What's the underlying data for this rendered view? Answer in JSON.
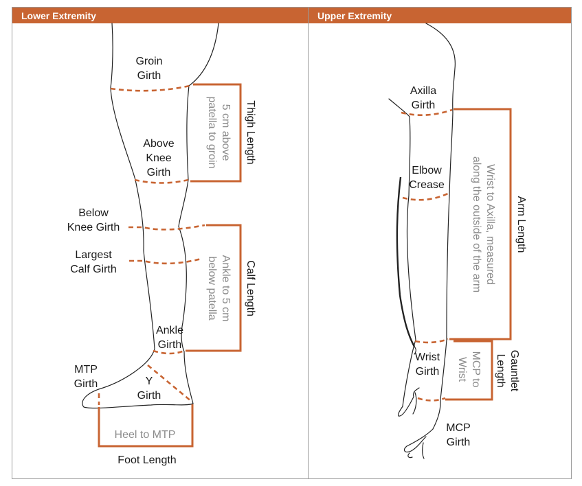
{
  "panels": {
    "lower": {
      "title": "Lower Extremity"
    },
    "upper": {
      "title": "Upper Extremity"
    }
  },
  "lower_labels": {
    "groin_1": "Groin",
    "groin_2": "Girth",
    "above_knee_1": "Above",
    "above_knee_2": "Knee",
    "above_knee_3": "Girth",
    "below_knee_1": "Below",
    "below_knee_2": "Knee Girth",
    "largest_calf_1": "Largest",
    "largest_calf_2": "Calf Girth",
    "ankle_1": "Ankle",
    "ankle_2": "Girth",
    "mtp_1": "MTP",
    "mtp_2": "Girth",
    "y_1": "Y",
    "y_2": "Girth",
    "thigh_length": "Thigh Length",
    "thigh_note_1": "5 cm above",
    "thigh_note_2": "patella to groin",
    "calf_length": "Calf Length",
    "calf_note_1": "Ankle to 5 cm",
    "calf_note_2": "below patella",
    "foot_note": "Heel to MTP",
    "foot_length": "Foot Length"
  },
  "upper_labels": {
    "axilla_1": "Axilla",
    "axilla_2": "Girth",
    "elbow_1": "Elbow",
    "elbow_2": "Crease",
    "wrist_1": "Wrist",
    "wrist_2": "Girth",
    "mcp_1": "MCP",
    "mcp_2": "Girth",
    "arm_length": "Arm Length",
    "arm_note_1": "Wrist to Axilla, measured",
    "arm_note_2": "along the outside of the arm",
    "gauntlet_1": "Gauntlet",
    "gauntlet_2": "Length",
    "gauntlet_note_1": "MCP to",
    "gauntlet_note_2": "Wrist"
  },
  "colors": {
    "accent": "#c86432",
    "outline": "#222222",
    "note_text": "#8c8c8c"
  }
}
